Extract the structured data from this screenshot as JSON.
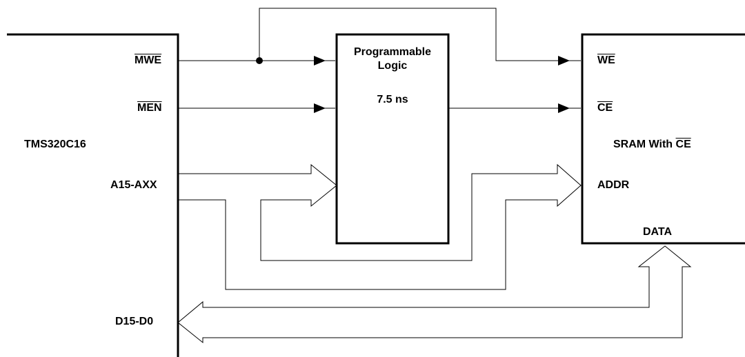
{
  "cpu": {
    "name": "TMS320C16",
    "pins": {
      "mwe": "MWE",
      "men": "MEN",
      "addr": "A15-AXX",
      "data": "D15-D0"
    }
  },
  "logic": {
    "title_line1": "Programmable",
    "title_line2": "Logic",
    "delay": "7.5 ns"
  },
  "sram": {
    "name_prefix": "SRAM With",
    "name_bar": "CE",
    "pins": {
      "we": "WE",
      "ce": "CE",
      "addr": "ADDR",
      "data": "DATA"
    }
  }
}
